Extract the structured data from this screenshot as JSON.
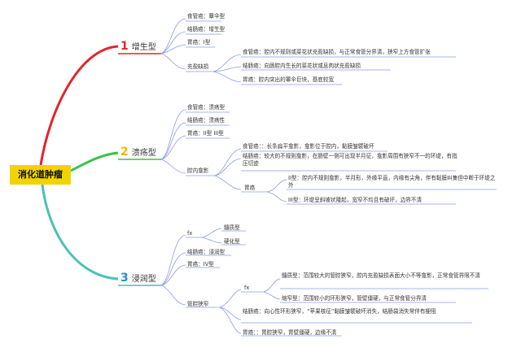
{
  "root": "消化道肿瘤",
  "branches": [
    {
      "num": "1",
      "label": "增生型",
      "color": "#e0262c",
      "items": [
        "食管癌：蕈伞型",
        "结肠癌：增生型",
        "胃癌：I型",
        "充盈缺损"
      ],
      "sub": [
        "食管癌：腔内不规则或菜花状充盈缺损，与正常食管分界清，狭窄上方食管扩张",
        "结肠癌：向肠腔内生长的菜花状或息肉状充盈缺损",
        "胃癌：腔内突出的蕈伞巨块，基底较宽"
      ]
    },
    {
      "num": "2",
      "label": "溃疡型",
      "color": "#f3b400",
      "items": [
        "食管癌：溃疡型",
        "结肠癌：溃疡性",
        "胃癌：II型 III型",
        "腔内龛影"
      ],
      "sub": [
        "食管癌：：长条扁平龛影，龛影位于腔内，黏膜皱襞破坏",
        "结肠癌：较大的不规则龛影，在肠壁一侧可出现半月征，龛影周围有狭窄不一的环堤，有指压切迹",
        "胃癌"
      ],
      "sub2": [
        "II型：腔内不规则龛影，半月形，外缘平直，内缘有尖角，伴有黏膜纠集但中断于环堤之外",
        "III型：环堤呈斜坡状隆起，宽窄不均且有破坏，边界不清"
      ]
    },
    {
      "num": "3",
      "label": "浸润型",
      "color": "#2a8ac8",
      "items": [
        "fx",
        "结肠癌：浸润型",
        "胃癌：IV型",
        "管腔狭窄"
      ],
      "fx": [
        "髓质型",
        "硬化型"
      ],
      "sub": [
        "fx",
        "结肠癌：向心性环形狭窄，“苹果核征”黏膜皱襞破坏消失，结肠袋消失常伴有梗阻",
        "胃癌：：胃腔狭窄，胃壁僵硬，边缘不清"
      ],
      "sub2": [
        "髓质型：范围较大的管腔狭窄，腔内充盈缺损表面大小不等龛影，正常食管界限不清",
        "缩窄型：范围较小的环形狭窄，管壁僵硬，与正常食管分界清"
      ]
    }
  ]
}
